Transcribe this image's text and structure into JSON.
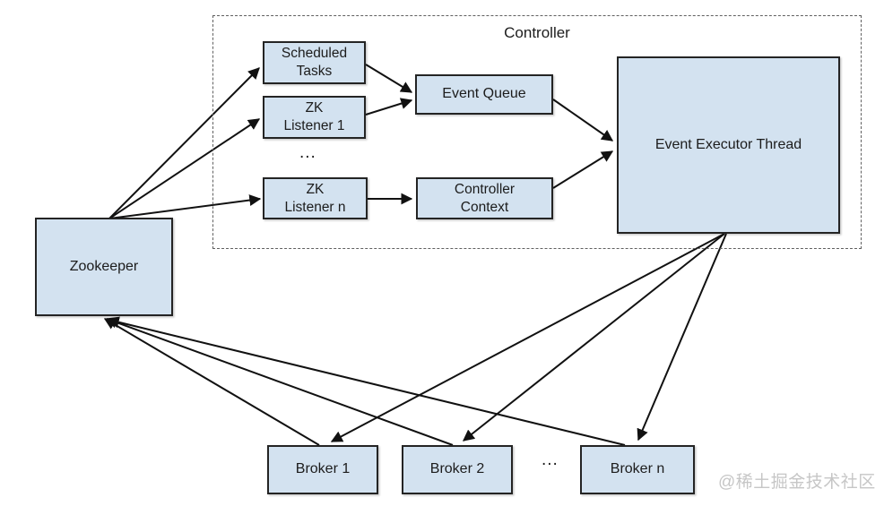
{
  "diagram": {
    "title_group": {
      "label": "Controller"
    },
    "nodes": {
      "zookeeper": {
        "label": "Zookeeper"
      },
      "scheduled_tasks": {
        "label": "Scheduled\nTasks"
      },
      "zk_listener_1": {
        "label": "ZK\nListener 1"
      },
      "zk_listener_n": {
        "label": "ZK\nListener n"
      },
      "event_queue": {
        "label": "Event Queue"
      },
      "controller_context": {
        "label": "Controller\nContext"
      },
      "event_executor_thread": {
        "label": "Event Executor Thread"
      },
      "broker_1": {
        "label": "Broker 1"
      },
      "broker_2": {
        "label": "Broker 2"
      },
      "broker_n": {
        "label": "Broker n"
      }
    },
    "listeners_ellipsis": "...",
    "brokers_ellipsis": "...",
    "edges": [
      {
        "from": "zookeeper",
        "to": "scheduled_tasks"
      },
      {
        "from": "zookeeper",
        "to": "zk_listener_1"
      },
      {
        "from": "zookeeper",
        "to": "zk_listener_n"
      },
      {
        "from": "scheduled_tasks",
        "to": "event_queue"
      },
      {
        "from": "zk_listener_1",
        "to": "event_queue"
      },
      {
        "from": "zk_listener_n",
        "to": "controller_context"
      },
      {
        "from": "event_queue",
        "to": "event_executor_thread"
      },
      {
        "from": "controller_context",
        "to": "event_executor_thread"
      },
      {
        "from": "event_executor_thread",
        "to": "broker_1"
      },
      {
        "from": "event_executor_thread",
        "to": "broker_2"
      },
      {
        "from": "event_executor_thread",
        "to": "broker_n"
      },
      {
        "from": "broker_1",
        "to": "zookeeper"
      },
      {
        "from": "broker_2",
        "to": "zookeeper"
      },
      {
        "from": "broker_n",
        "to": "zookeeper"
      }
    ],
    "colors": {
      "node_fill": "#d3e2f0",
      "node_border": "#242424",
      "arrow_color": "#111111",
      "group_border": "#606060",
      "text_color": "#1c1c1c",
      "watermark_color": "#c6c6c6",
      "canvas_bg": "#ffffff"
    },
    "watermark": "@稀土掘金技术社区"
  }
}
